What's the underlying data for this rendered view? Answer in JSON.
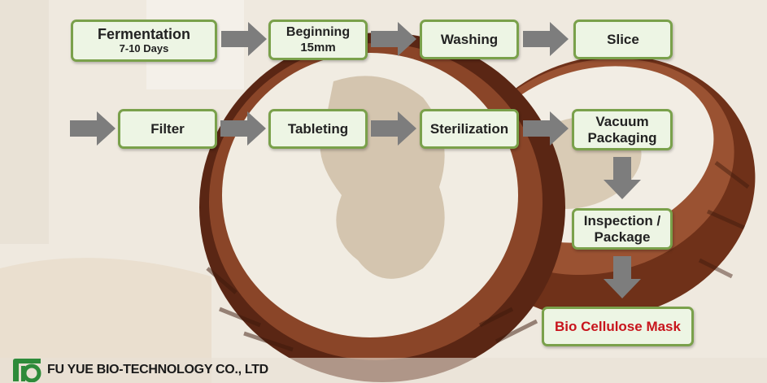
{
  "steps": {
    "fermentation": {
      "label": "Fermentation",
      "sub": "7-10 Days"
    },
    "beginning": {
      "label": "Beginning",
      "sub": "15mm"
    },
    "washing": {
      "label": "Washing"
    },
    "slice": {
      "label": "Slice"
    },
    "filter": {
      "label": "Filter"
    },
    "tableting": {
      "label": "Tableting"
    },
    "sterilization": {
      "label": "Sterilization"
    },
    "vacuum": {
      "line1": "Vacuum",
      "line2": "Packaging"
    },
    "inspection": {
      "line1": "Inspection /",
      "line2": "Package"
    },
    "final": {
      "label": "Bio Cellulose Mask"
    }
  },
  "company": {
    "name": "FU YUE BIO-TECHNOLOGY CO., LTD",
    "logo_icon": "fy-logo-icon"
  },
  "colors": {
    "box_border": "#7aa14b",
    "box_fill": "#edf5e4",
    "arrow": "#7d7d7d",
    "final_text": "#c8141c",
    "coconut_shell": "#7a3a1e"
  }
}
